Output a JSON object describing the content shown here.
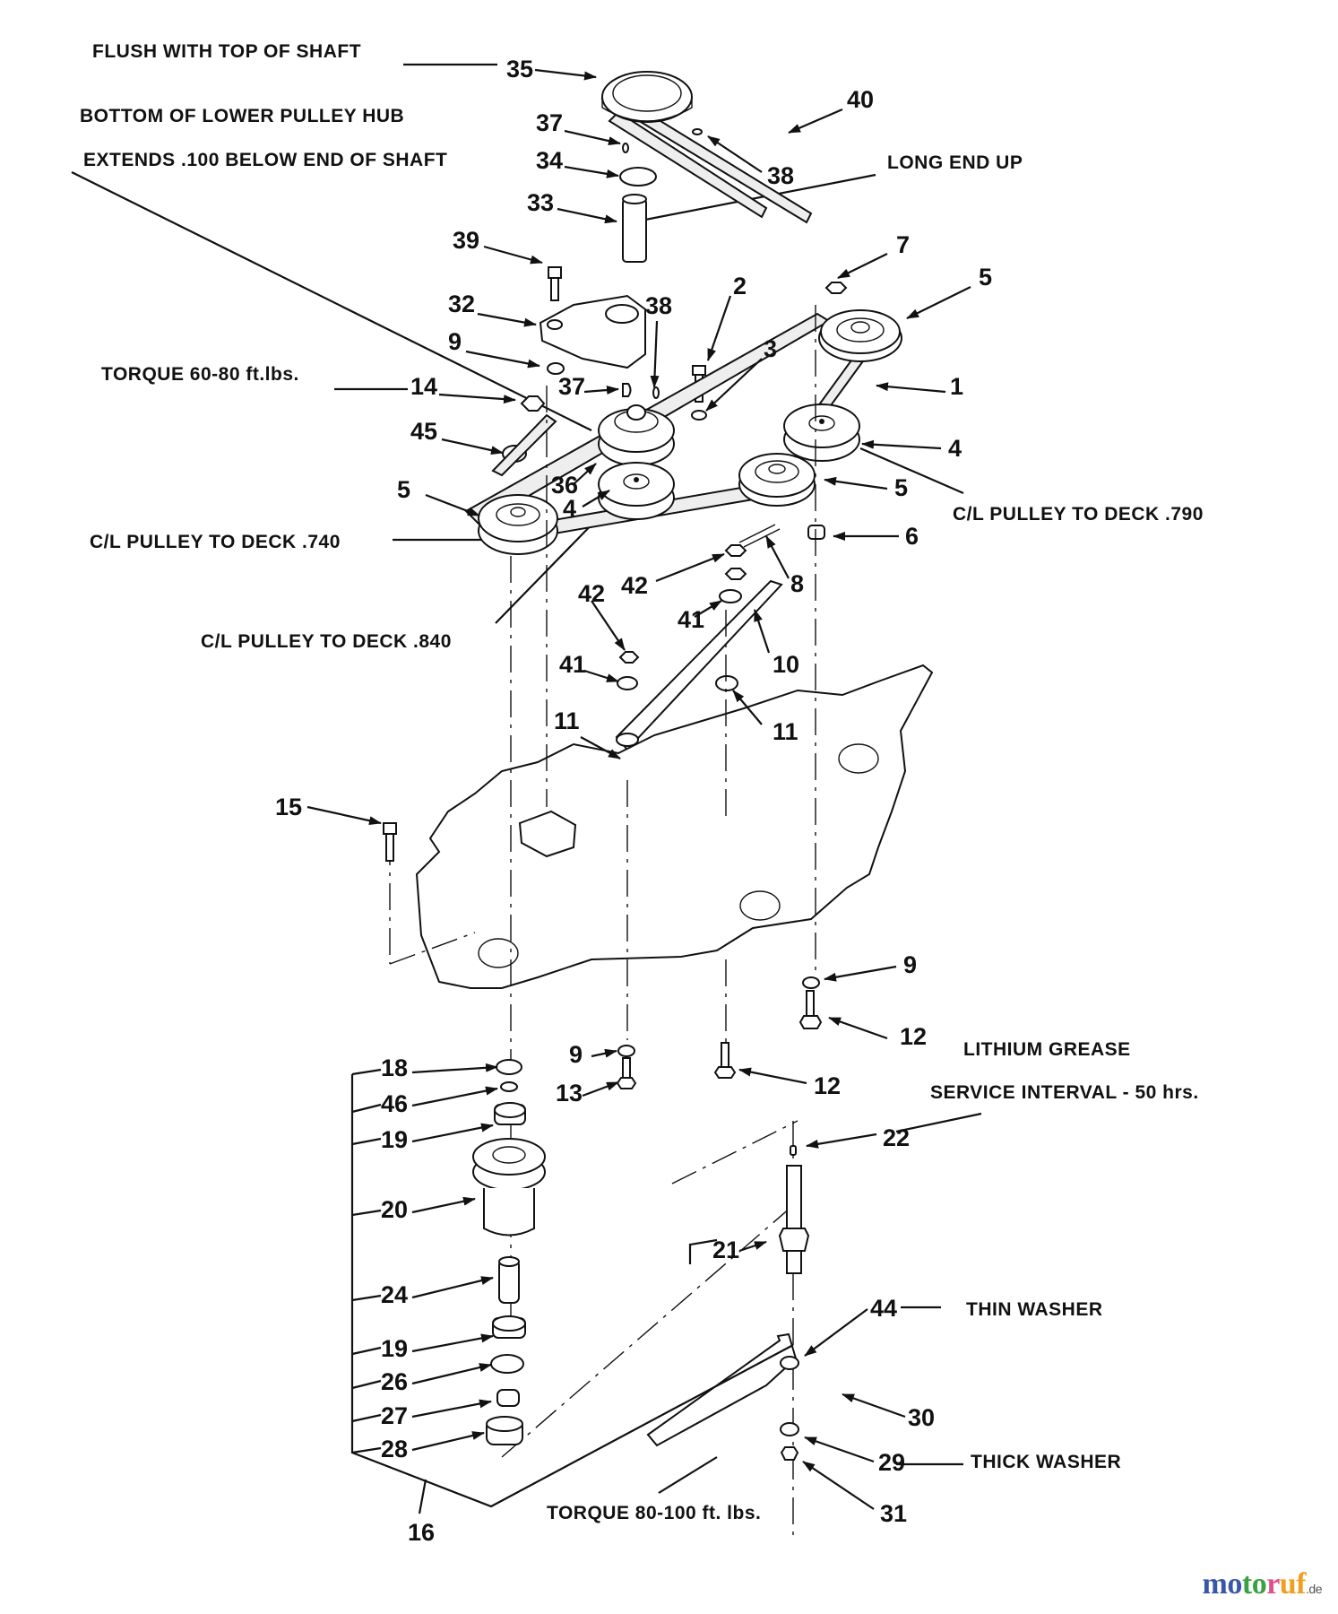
{
  "notes": {
    "flush": "FLUSH WITH TOP OF SHAFT",
    "hub1": "BOTTOM OF LOWER PULLEY HUB",
    "hub2": "EXTENDS .100 BELOW END OF SHAFT",
    "long_end": "LONG END UP",
    "torque1": "TORQUE 60-80 ft.lbs.",
    "cl740": "C/L PULLEY TO DECK .740",
    "cl790": "C/L PULLEY TO DECK .790",
    "cl840": "C/L PULLEY TO DECK .840",
    "grease": "LITHIUM GREASE",
    "service": "SERVICE INTERVAL - 50 hrs.",
    "thin": "THIN WASHER",
    "thick": "THICK WASHER",
    "torque2": "TORQUE 80-100 ft. lbs."
  },
  "callouts": [
    {
      "id": "c35",
      "num": "35"
    },
    {
      "id": "c40",
      "num": "40"
    },
    {
      "id": "c37a",
      "num": "37"
    },
    {
      "id": "c38a",
      "num": "38"
    },
    {
      "id": "c34",
      "num": "34"
    },
    {
      "id": "c33",
      "num": "33"
    },
    {
      "id": "c39",
      "num": "39"
    },
    {
      "id": "c7",
      "num": "7"
    },
    {
      "id": "c5a",
      "num": "5"
    },
    {
      "id": "c32",
      "num": "32"
    },
    {
      "id": "c38b",
      "num": "38"
    },
    {
      "id": "c2",
      "num": "2"
    },
    {
      "id": "c3",
      "num": "3"
    },
    {
      "id": "c9a",
      "num": "9"
    },
    {
      "id": "c1",
      "num": "1"
    },
    {
      "id": "c37b",
      "num": "37"
    },
    {
      "id": "c14",
      "num": "14"
    },
    {
      "id": "c45",
      "num": "45"
    },
    {
      "id": "c4a",
      "num": "4"
    },
    {
      "id": "c36",
      "num": "36"
    },
    {
      "id": "c4b",
      "num": "4"
    },
    {
      "id": "c5b",
      "num": "5"
    },
    {
      "id": "c5c",
      "num": "5"
    },
    {
      "id": "c6",
      "num": "6"
    },
    {
      "id": "c42a",
      "num": "42"
    },
    {
      "id": "c8",
      "num": "8"
    },
    {
      "id": "c41a",
      "num": "41"
    },
    {
      "id": "c42b",
      "num": "42"
    },
    {
      "id": "c10",
      "num": "10"
    },
    {
      "id": "c41b",
      "num": "41"
    },
    {
      "id": "c11a",
      "num": "11"
    },
    {
      "id": "c11b",
      "num": "11"
    },
    {
      "id": "c15",
      "num": "15"
    },
    {
      "id": "c9b",
      "num": "9"
    },
    {
      "id": "c12a",
      "num": "12"
    },
    {
      "id": "c9c",
      "num": "9"
    },
    {
      "id": "c13",
      "num": "13"
    },
    {
      "id": "c12b",
      "num": "12"
    },
    {
      "id": "c18",
      "num": "18"
    },
    {
      "id": "c46",
      "num": "46"
    },
    {
      "id": "c19a",
      "num": "19"
    },
    {
      "id": "c22",
      "num": "22"
    },
    {
      "id": "c20",
      "num": "20"
    },
    {
      "id": "c21",
      "num": "21"
    },
    {
      "id": "c24",
      "num": "24"
    },
    {
      "id": "c19b",
      "num": "19"
    },
    {
      "id": "c44",
      "num": "44"
    },
    {
      "id": "c26",
      "num": "26"
    },
    {
      "id": "c27",
      "num": "27"
    },
    {
      "id": "c30",
      "num": "30"
    },
    {
      "id": "c28",
      "num": "28"
    },
    {
      "id": "c29",
      "num": "29"
    },
    {
      "id": "c31",
      "num": "31"
    },
    {
      "id": "c16",
      "num": "16"
    }
  ],
  "watermark": {
    "letters": [
      "m",
      "o",
      "t",
      "o",
      "r",
      "u",
      "f"
    ],
    "colors": [
      "#3a56a8",
      "#3a56a8",
      "#3aa043",
      "#3aa043",
      "#e0508a",
      "#f0a020",
      "#f0a020"
    ],
    "suffix": ".de"
  }
}
